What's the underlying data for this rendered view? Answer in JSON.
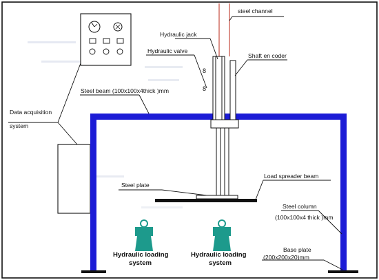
{
  "labels": {
    "steel_channel": "steel channel",
    "hydraulic_jack": "Hydraulic jack",
    "hydraulic_valve": "Hydraulic valve",
    "shaft_encoder": "Shaft en coder",
    "steel_beam": "Steel beam  (100x100x4thick )mm",
    "data_acquisition_line1": "Data acquisition",
    "data_acquisition_line2": "system",
    "load_spreader_beam": "Load spreader beam",
    "steel_plate": "Steel plate",
    "steel_column_line1": "Steel column",
    "steel_column_line2": "(100x100x4 thick )mm",
    "hydraulic_loading_1_line1": "Hydraulic loading",
    "hydraulic_loading_1_line2": "system",
    "hydraulic_loading_2_line1": "Hydraulic loading",
    "hydraulic_loading_2_line2": "system",
    "base_plate_line1": "Base plate",
    "base_plate_line2": "(200x200x20)mm"
  },
  "colors": {
    "frame": "#1c1cd6",
    "loading_unit": "#1d9a8c",
    "channel": "#c0392b",
    "valve": "#3d63d8",
    "line": "#111111"
  }
}
